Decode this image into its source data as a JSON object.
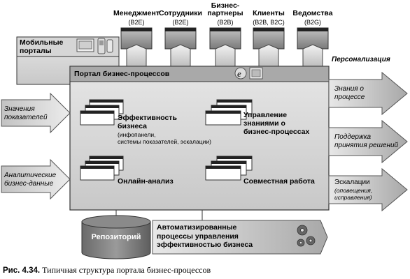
{
  "audiences": [
    {
      "name": "Менеджмент",
      "code": "(B2E)"
    },
    {
      "name": "Сотрудники",
      "code": "(B2E)"
    },
    {
      "name": "Бизнес-\nпартнеры",
      "code": "(B2B)"
    },
    {
      "name": "Клиенты",
      "code": "(B2B, B2C)"
    },
    {
      "name": "Ведомства",
      "code": "(B2G)"
    }
  ],
  "mobile_portals": "Мобильные\nпорталы",
  "personalization": "Персонализация",
  "portal_title": "Портал бизнес-процессов",
  "modules": {
    "efficiency_title": "Эффективность\nбизнеса",
    "efficiency_note": "(инфопанели,\nсистемы показателей, эскалации)",
    "knowledge": "Управление\nзнаниями о\nбизнес-процессах",
    "olap": "Онлайн-анализ",
    "collaboration": "Совместная работа"
  },
  "inputs": {
    "kpi_values": "Значения\nпоказателей",
    "analytic_data": "Аналитические\nбизнес-данные"
  },
  "outputs": {
    "process_knowledge": "Знания о\nпроцессе",
    "decision_support": "Поддержка\nпринятия решений",
    "escalations": "Эскалации",
    "escalations_note": "(оповещения,\nисправления)"
  },
  "repository": "Репозиторий",
  "automated_processes": "Автоматизированные\nпроцессы управления\nэффективностью бизнеса",
  "caption": {
    "label": "Рис. 4.34.",
    "text": "Типичная структура портала бизнес-процессов"
  }
}
